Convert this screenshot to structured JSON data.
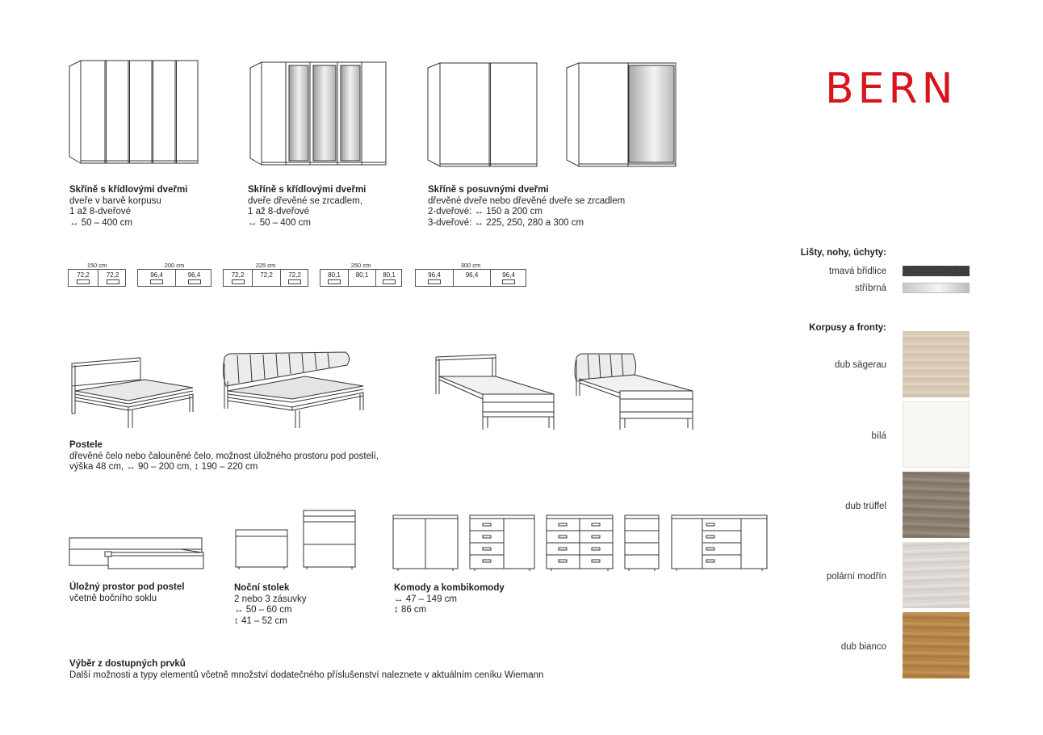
{
  "brand": "BERN",
  "wardrobes": [
    {
      "title": "Skříně s křídlovými dveřmi",
      "lines": [
        "dveře v barvě korpusu",
        "1 až 8-dveřové",
        "↔ 50 – 400 cm"
      ]
    },
    {
      "title": "Skříně s křídlovými dveřmi",
      "lines": [
        "dveře dřevěné se zrcadlem,",
        "1 až 8-dveřové",
        "↔ 50 – 400 cm"
      ]
    },
    {
      "title": "Skříně s posuvnými dveřmi",
      "lines": [
        "dřevěné dveře nebo dřevěné dveře se zrcadlem",
        "2-dveřové: ↔ 150 a 200 cm",
        "3-dveřové: ↔ 225, 250, 280 a 300 cm"
      ]
    }
  ],
  "modules": [
    {
      "width": "150 cm",
      "cells": [
        "72,2",
        "72,2"
      ]
    },
    {
      "width": "200 cm",
      "cells": [
        "96,4",
        "96,4"
      ]
    },
    {
      "width": "225 cm",
      "cells": [
        "72,2",
        "72,2",
        "72,2"
      ]
    },
    {
      "width": "250 cm",
      "cells": [
        "80,1",
        "80,1",
        "80,1"
      ]
    },
    {
      "width": "300 cm",
      "cells": [
        "96,4",
        "96,4",
        "96,4"
      ]
    }
  ],
  "beds": {
    "title": "Postele",
    "lines": [
      "dřevěné čelo nebo čalouněné čelo, možnost úložného prostoru pod postelí,",
      "výška 48 cm, ↔ 90 – 200 cm, ↕ 190 – 220 cm"
    ]
  },
  "storage": {
    "title": "Úložný prostor pod postel",
    "lines": [
      "včetně bočního soklu"
    ]
  },
  "nightstand": {
    "title": "Noční stolek",
    "lines": [
      "2 nebo 3 zásuvky",
      "↔ 50 – 60 cm",
      "↕ 41 – 52 cm"
    ]
  },
  "dressers": {
    "title": "Komody a kombikomody",
    "lines": [
      "↔ 47 – 149 cm",
      "↕ 86 cm"
    ]
  },
  "footer": {
    "title": "Výběr z dostupných prvků",
    "text": "Další možnosti a typy elementů včetně množství dodatečného příslušenství naleznete v aktuálním ceníku Wiemann"
  },
  "trims": {
    "heading": "Lišty, nohy, úchyty:",
    "items": [
      {
        "label": "tmavá břidlice",
        "color": "#3a3b3d"
      },
      {
        "label": "stříbrná",
        "color": "#d8d8d8"
      }
    ]
  },
  "finishes": {
    "heading": "Korpusy a fronty:",
    "items": [
      {
        "label": "dub sägerau",
        "color": "#d8c9b6"
      },
      {
        "label": "bílá",
        "color": "#f8f7f3"
      },
      {
        "label": "dub trüffel",
        "color": "#8c7f71"
      },
      {
        "label": "polární modřín",
        "color": "#dad6d2"
      },
      {
        "label": "dub bianco",
        "color": "#b8874a"
      }
    ]
  }
}
